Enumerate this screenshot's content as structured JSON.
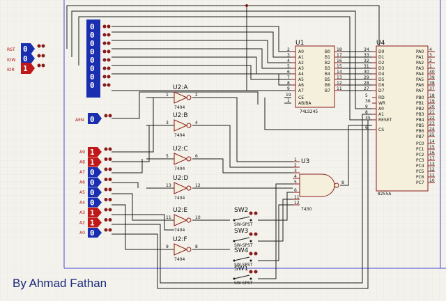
{
  "credit": "By Ahmad Fathan",
  "logic_states": {
    "rst": {
      "label": "RST",
      "value": "0"
    },
    "iow": {
      "label": "IOW",
      "value": "0"
    },
    "ior": {
      "label": "IOR",
      "value": "1"
    },
    "aen": {
      "label": "AEN",
      "value": "0"
    },
    "bus": [
      "0",
      "0",
      "0",
      "0",
      "0",
      "0",
      "0",
      "0"
    ],
    "address": [
      {
        "label": "A9",
        "value": "1"
      },
      {
        "label": "A8",
        "value": "1"
      },
      {
        "label": "A7",
        "value": "0"
      },
      {
        "label": "A6",
        "value": "0"
      },
      {
        "label": "A5",
        "value": "0"
      },
      {
        "label": "A4",
        "value": "0"
      },
      {
        "label": "A3",
        "value": "1"
      },
      {
        "label": "A2",
        "value": "1"
      },
      {
        "label": "A0",
        "value": "0"
      }
    ]
  },
  "u1": {
    "ref": "U1",
    "part": "74LS245",
    "left_pins": [
      "A0",
      "A1",
      "A2",
      "A3",
      "A4",
      "A5",
      "A6",
      "A7"
    ],
    "left_nums": [
      "2",
      "3",
      "4",
      "5",
      "6",
      "7",
      "8",
      "9"
    ],
    "right_pins": [
      "B0",
      "B1",
      "B2",
      "B3",
      "B4",
      "B5",
      "B6",
      "B7"
    ],
    "right_nums": [
      "18",
      "17",
      "16",
      "15",
      "14",
      "13",
      "12",
      "11"
    ],
    "ce": "CE",
    "ce_num": "19",
    "ab": "AB/BA",
    "ab_num": "1"
  },
  "u4": {
    "ref": "U4",
    "part": "8255A",
    "data_pins": [
      "D0",
      "D1",
      "D2",
      "D3",
      "D4",
      "D5",
      "D6",
      "D7"
    ],
    "data_nums": [
      "34",
      "33",
      "32",
      "31",
      "30",
      "29",
      "28",
      "27"
    ],
    "ctrl_pins": [
      "RD",
      "WR",
      "A0",
      "A1",
      "RESET",
      "CS"
    ],
    "ctrl_nums": [
      "5",
      "36",
      "9",
      "8",
      "35",
      "6"
    ],
    "pa_pins": [
      "PA0",
      "PA1",
      "PA2",
      "PA3",
      "PA4",
      "PA5",
      "PA6",
      "PA7"
    ],
    "pa_nums": [
      "4",
      "3",
      "2",
      "1",
      "40",
      "39",
      "38",
      "37"
    ],
    "pb_pins": [
      "PB0",
      "PB1",
      "PB2",
      "PB3",
      "PB4",
      "PB5",
      "PB6",
      "PB7"
    ],
    "pb_nums": [
      "18",
      "19",
      "20",
      "21",
      "22",
      "23",
      "24",
      "25"
    ],
    "pc_pins": [
      "PC0",
      "PC1",
      "PC2",
      "PC3",
      "PC4",
      "PC5",
      "PC6",
      "PC7"
    ],
    "pc_nums": [
      "14",
      "15",
      "16",
      "17",
      "13",
      "12",
      "11",
      "10"
    ]
  },
  "u3": {
    "ref": "U3",
    "part": "7430",
    "in_nums": [
      "1",
      "2",
      "3",
      "4",
      "5",
      "6",
      "11",
      "12"
    ],
    "out_num": "8"
  },
  "inverters": [
    {
      "ref": "U2:A",
      "part": "7404",
      "in": "1",
      "out": "2"
    },
    {
      "ref": "U2:B",
      "part": "7404",
      "in": "3",
      "out": "4"
    },
    {
      "ref": "U2:C",
      "part": "7404",
      "in": "5",
      "out": "6"
    },
    {
      "ref": "U2:D",
      "part": "7404",
      "in": "13",
      "out": "12"
    },
    {
      "ref": "U2:E",
      "part": "7404",
      "in": "11",
      "out": "10"
    },
    {
      "ref": "U2:F",
      "part": "7404",
      "in": "9",
      "out": "8"
    }
  ],
  "switches": [
    {
      "ref": "SW2",
      "part": "SW-SPST"
    },
    {
      "ref": "SW3",
      "part": "SW-SPST"
    },
    {
      "ref": "SW4",
      "part": "SW-SPST"
    },
    {
      "ref": "SW1",
      "part": "SW-SPST"
    }
  ],
  "colors": {
    "low": "#1a2fb0",
    "high": "#c01818",
    "wire": "#1a1a1a",
    "chip_border": "#8a1a1a",
    "credit": "#1a2a7a"
  }
}
